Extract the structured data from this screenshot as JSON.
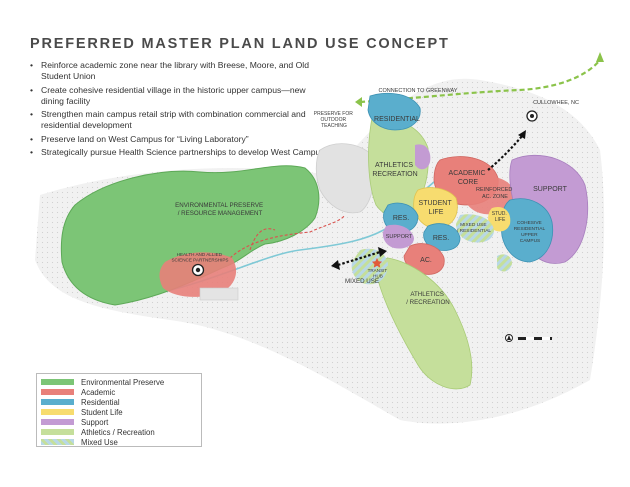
{
  "title": "PREFERRED MASTER PLAN LAND USE CONCEPT",
  "bullets": [
    "Reinforce academic zone near the library with Breese, Moore, and Old Student Union",
    "Create cohesive residential village in the historic upper campus—new dining facility",
    "Strengthen main campus retail strip with combination commercial and residential development",
    "Preserve land on West Campus for “Living Laboratory”",
    "Strategically pursue Health Science partnerships to develop West Campus"
  ],
  "map_labels": {
    "connection_greenway": "CONNECTION TO GREENWAY",
    "cullowhee": "CULLOWHEE, NC",
    "preserve_outdoor": [
      "PRESERVE FOR",
      "OUTDOOR",
      "TEACHING"
    ],
    "residential": "RESIDENTIAL",
    "athletics_recreation_top": [
      "ATHLETICS",
      "RECREATION"
    ],
    "academic_core": [
      "ACADEMIC",
      "CORE"
    ],
    "reinforced_ac_zone": [
      "REINFORCED",
      "AC. ZONE"
    ],
    "support": "SUPPORT",
    "environmental_preserve": [
      "ENVIRONMENTAL PRESERVE",
      "/ RESOURCE MANAGEMENT"
    ],
    "res_1": "RES.",
    "student_life": [
      "STUDENT",
      "LIFE"
    ],
    "stud_life": [
      "STUD.",
      "LIFE"
    ],
    "cohesive_residential": [
      "COHESIVE",
      "RESIDENTIAL",
      "UPPER",
      "CAMPUS"
    ],
    "support_small": "SUPPORT",
    "res_2": "RES.",
    "mixed_use_residential": [
      "MIXED USE",
      "/ RESIDENTIAL"
    ],
    "ac": "AC.",
    "health_allied": [
      "HEALTH AND ALLIED",
      "SCIENCE PARTNERSHIPS"
    ],
    "transit_hub": [
      "TRANSIT",
      "HUB"
    ],
    "mixed_use": "MIXED USE",
    "athletics_recreation_bottom": [
      "ATHLETICS",
      "/ RECREATION"
    ]
  },
  "legend": [
    {
      "label": "Environmental Preserve",
      "color": "#7cc576",
      "hatched": false
    },
    {
      "label": "Academic",
      "color": "#e8807a",
      "hatched": false
    },
    {
      "label": "Residential",
      "color": "#5aaecd",
      "hatched": false
    },
    {
      "label": "Student Life",
      "color": "#f7dc6f",
      "hatched": false
    },
    {
      "label": "Support",
      "color": "#c39bd3",
      "hatched": false
    },
    {
      "label": "Athletics / Recreation",
      "color": "#c5df9b",
      "hatched": false
    },
    {
      "label": "Mixed Use",
      "color": "#b8d8e6",
      "stripe": "#c5df9b",
      "hatched": true
    }
  ]
}
